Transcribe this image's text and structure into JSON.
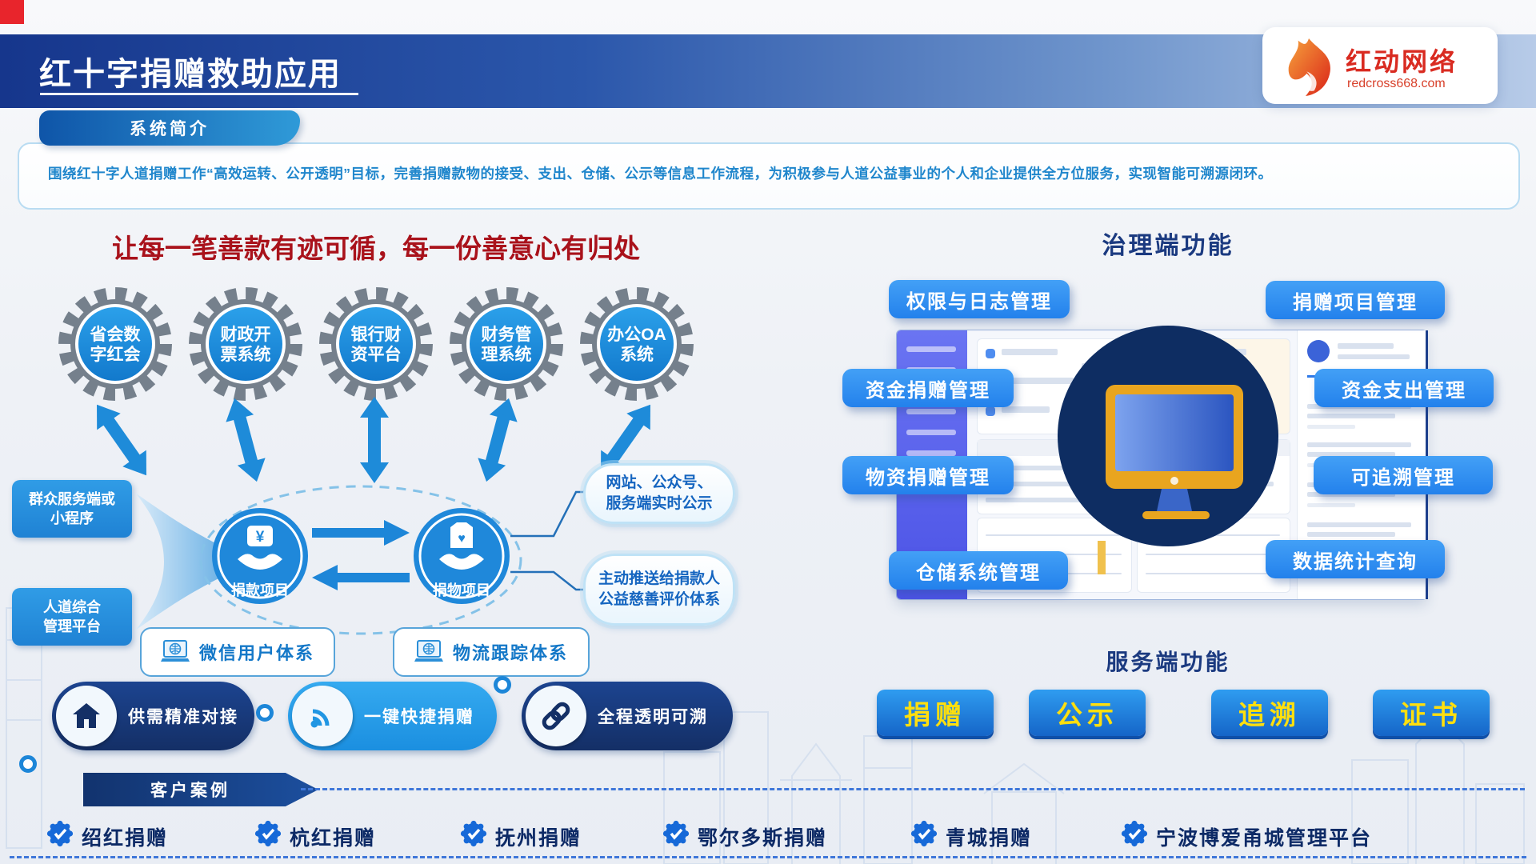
{
  "brand": {
    "name": "红动网络",
    "domain": "redcross668.com"
  },
  "header": {
    "title": "红十字捐赠救助应用"
  },
  "intro": {
    "badge": "系统简介",
    "text": "围绕红十字人道捐赠工作“高效运转、公开透明”目标，完善捐赠款物的接受、支出、仓储、公示等信息工作流程，为积极参与人道公益事业的个人和企业提供全方位服务，实现智能可溯源闭环。"
  },
  "flow": {
    "headline": "让每一笔善款有迹可循，每一份善意心有归处",
    "gears": [
      {
        "line1": "省会数",
        "line2": "字红会"
      },
      {
        "line1": "财政开",
        "line2": "票系统"
      },
      {
        "line1": "银行财",
        "line2": "资平台"
      },
      {
        "line1": "财务管",
        "line2": "理系统"
      },
      {
        "line1": "办公OA",
        "line2": "系统"
      }
    ],
    "side_labels": [
      {
        "line1": "群众服务端或",
        "line2": "小程序"
      },
      {
        "line1": "人道综合",
        "line2": "管理平台"
      }
    ],
    "projects": [
      {
        "label": "捐款项目"
      },
      {
        "label": "捐物项目"
      }
    ],
    "bubbles": [
      {
        "line1": "网站、公众号、",
        "line2": "服务端实时公示"
      },
      {
        "line1": "主动推送给捐款人",
        "line2": "公益慈善评价体系"
      }
    ],
    "systems": [
      {
        "label": "微信用户体系"
      },
      {
        "label": "物流跟踪体系"
      }
    ],
    "pills": [
      {
        "label": "供需精准对接"
      },
      {
        "label": "一键快捷捐赠"
      },
      {
        "label": "全程透明可溯"
      }
    ]
  },
  "governance": {
    "title": "治理端功能",
    "left": [
      "权限与日志管理",
      "资金捐赠管理",
      "物资捐赠管理",
      "仓储系统管理"
    ],
    "right": [
      "捐赠项目管理",
      "资金支出管理",
      "可追溯管理",
      "数据统计查询"
    ]
  },
  "service": {
    "title": "服务端功能",
    "buttons": [
      "捐赠",
      "公示",
      "追溯",
      "证书"
    ]
  },
  "cases": {
    "banner": "客户案例",
    "items": [
      "绍红捐赠",
      "杭红捐赠",
      "抚州捐赠",
      "鄂尔多斯捐赠",
      "青城捐赠",
      "宁波博爱甬城管理平台"
    ]
  },
  "colors": {
    "accent_red": "#e8252c",
    "deep_navy": "#16336e",
    "primary_blue": "#1f86d8",
    "label_blue": "#2e8ff2",
    "button_yellow": "#ffdf0e",
    "logo_red": "#d92b21"
  }
}
